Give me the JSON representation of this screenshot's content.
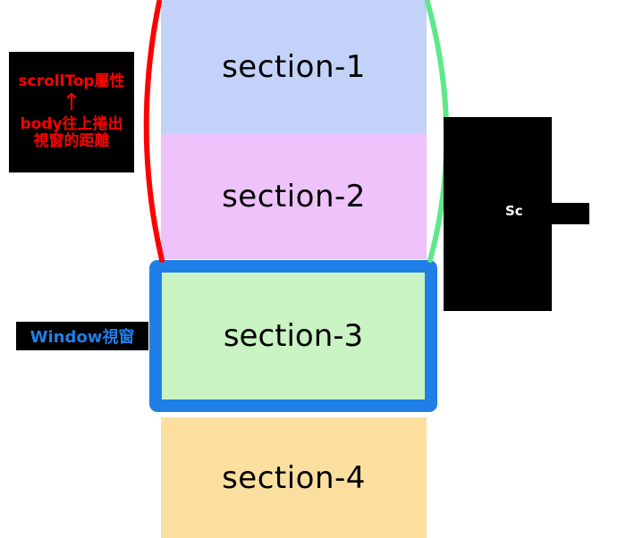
{
  "diagram": {
    "title_concept": "scrollTop / window viewport illustration",
    "background": "#ffffff",
    "sections": [
      {
        "id": "section-1",
        "label": "section-1",
        "color": "#c3d2f8"
      },
      {
        "id": "section-2",
        "label": "section-2",
        "color": "#eec3fb"
      },
      {
        "id": "section-3",
        "label": "section-3",
        "color": "#c9f3c2"
      },
      {
        "id": "section-4",
        "label": "section-4",
        "color": "#fbdf9e"
      }
    ],
    "viewport_frame": {
      "border_color": "#1f7fe8",
      "wraps": "section-3"
    },
    "arcs": [
      {
        "name": "scrolled-out-brace",
        "color": "#ff0000"
      },
      {
        "name": "scroll-height-brace",
        "color": "#5ee88a"
      }
    ],
    "callouts": {
      "scroll_top": {
        "title": "scrollTop屬性",
        "arrow": "↑",
        "line1": "body往上捲出",
        "line2": "視窗的距離",
        "text_color": "#ff0000",
        "plate_color": "#000000"
      },
      "window": {
        "title": "Window視窗",
        "text_color": "#1f7fe8",
        "plate_color": "#000000"
      },
      "scroll_height": {
        "title": "Sc",
        "text_color": "#ffffff",
        "plate_color": "#000000",
        "redacted": "true"
      }
    }
  }
}
